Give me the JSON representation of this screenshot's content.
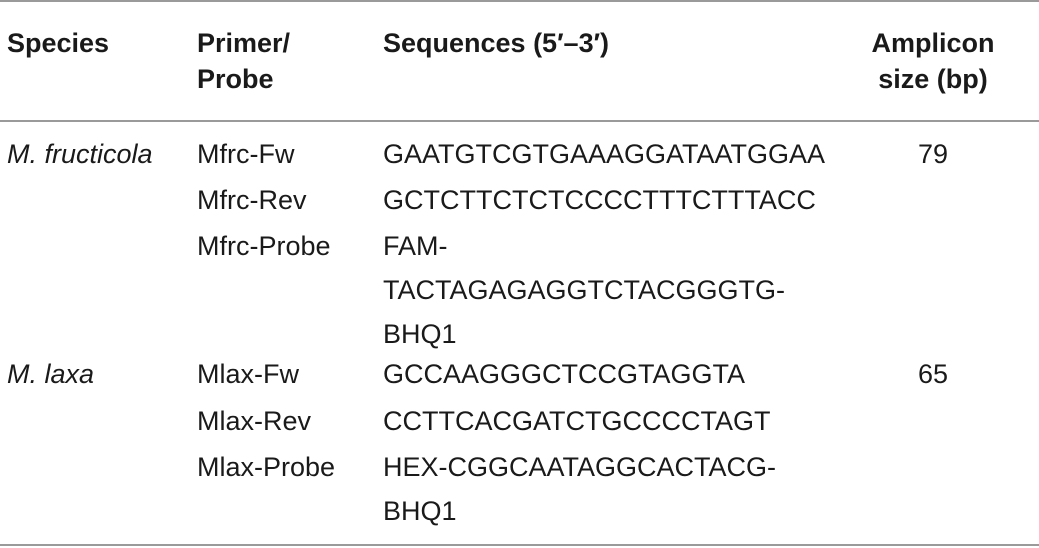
{
  "headers": {
    "species": "Species",
    "primer_line1": "Primer/",
    "primer_line2": "Probe",
    "sequences": "Sequences (5′–3′)",
    "amplicon_line1": "Amplicon",
    "amplicon_line2": "size (bp)"
  },
  "groups": [
    {
      "species": "M. fructicola",
      "amplicon": "79",
      "rows": [
        {
          "primer": "Mfrc-Fw",
          "sequence": [
            "GAATGTCGTGAAAGGATAATGGAA"
          ]
        },
        {
          "primer": "Mfrc-Rev",
          "sequence": [
            "GCTCTTCTCTCCCCTTTCTTTACC"
          ]
        },
        {
          "primer": "Mfrc-Probe",
          "sequence": [
            "FAM-",
            "TACTAGAGAGGTCTACGGGTG-",
            "BHQ1"
          ]
        }
      ]
    },
    {
      "species": "M. laxa",
      "amplicon": "65",
      "rows": [
        {
          "primer": "Mlax-Fw",
          "sequence": [
            "GCCAAGGGCTCCGTAGGTA"
          ]
        },
        {
          "primer": "Mlax-Rev",
          "sequence": [
            "CCTTCACGATCTGCCCCTAGT"
          ]
        },
        {
          "primer": "Mlax-Probe",
          "sequence": [
            "HEX-CGGCAATAGGCACTACG-",
            "BHQ1"
          ]
        }
      ]
    }
  ]
}
